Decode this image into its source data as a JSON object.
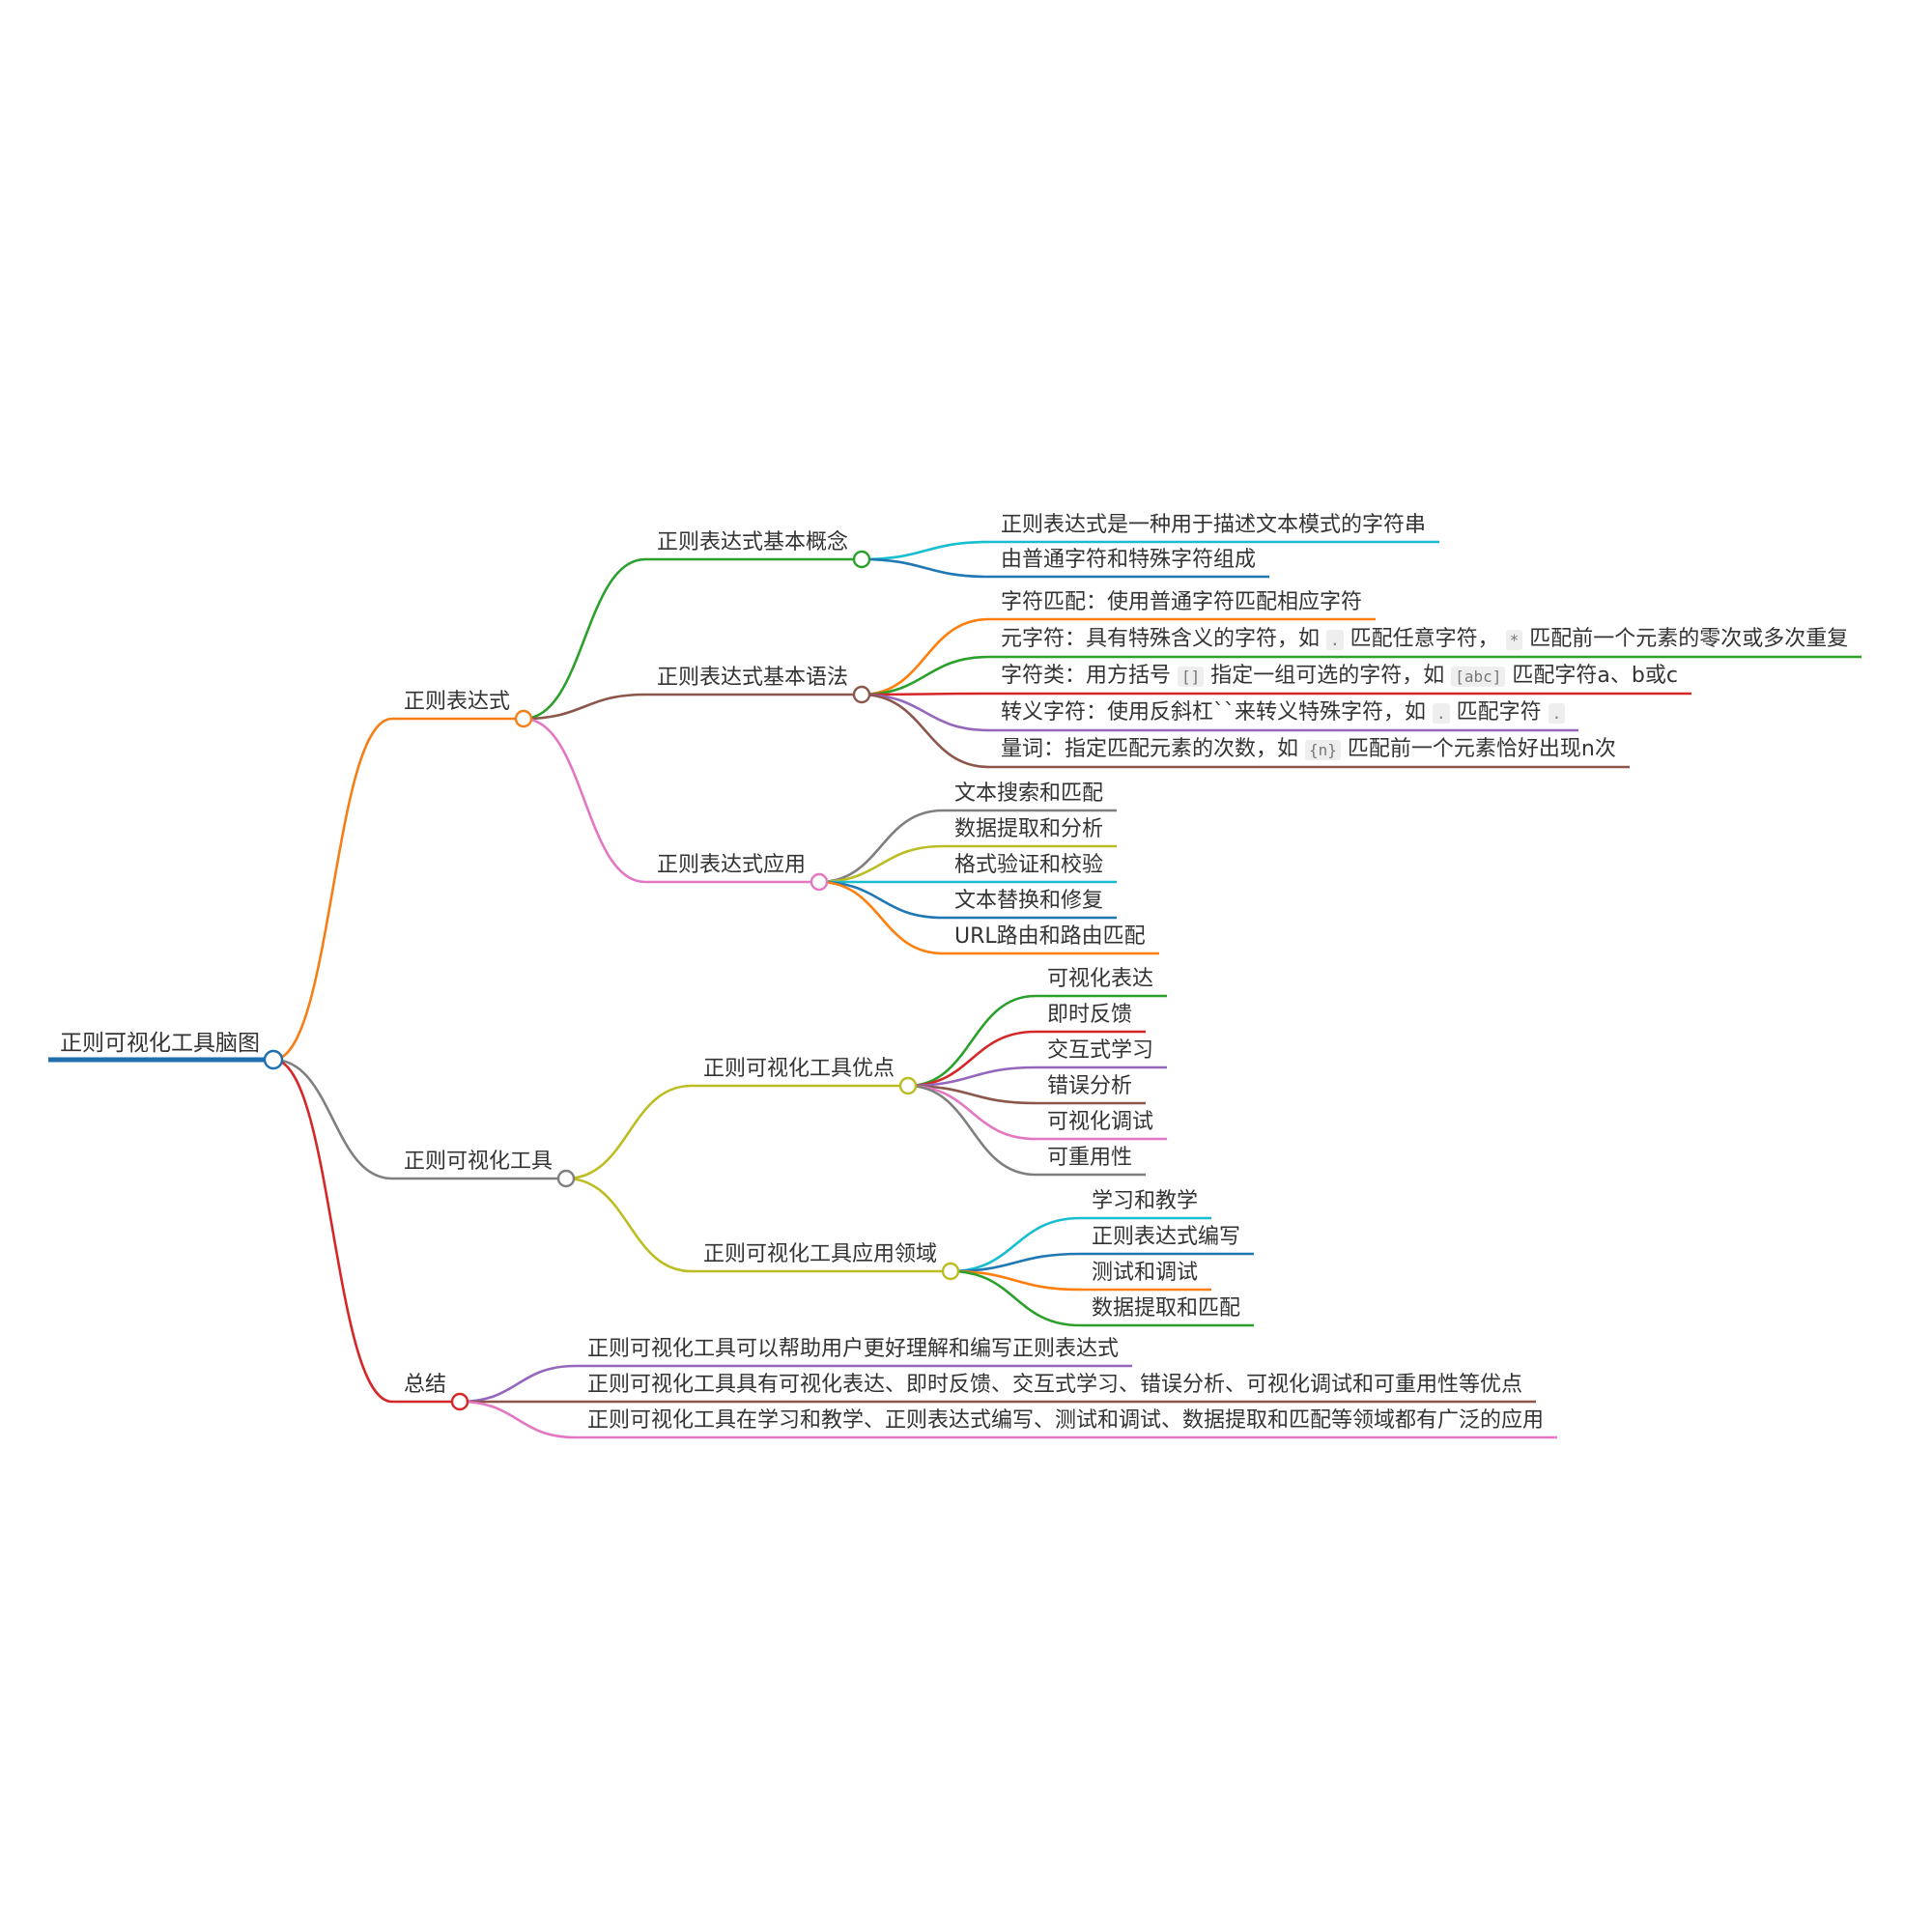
{
  "mindmap": {
    "root": {
      "label": "正则可视化工具脑图",
      "color": "#1f6faf",
      "children": [
        {
          "label": "正则表达式",
          "color": "#f57f17",
          "children": [
            {
              "label": "正则表达式基本概念",
              "color": "#2ca02c",
              "children": [
                {
                  "label": "正则表达式是一种用于描述文本模式的字符串",
                  "color": "#17becf"
                },
                {
                  "label": "由普通字符和特殊字符组成",
                  "color": "#1f77b4"
                }
              ]
            },
            {
              "label": "正则表达式基本语法",
              "color": "#8c564b",
              "children": [
                {
                  "label": "字符匹配：使用普通字符匹配相应字符",
                  "color": "#ff7f0e"
                },
                {
                  "label": "元字符：具有特殊含义的字符，如 . 匹配任意字符， * 匹配前一个元素的零次或多次重复",
                  "color": "#2ca02c"
                },
                {
                  "label": "字符类：用方括号 [] 指定一组可选的字符，如 [abc] 匹配字符a、b或c",
                  "color": "#d62728"
                },
                {
                  "label": "转义字符：使用反斜杠``来转义特殊字符，如 . 匹配字符 .",
                  "color": "#9467bd"
                },
                {
                  "label": "量词：指定匹配元素的次数，如 {n} 匹配前一个元素恰好出现n次",
                  "color": "#8c564b"
                }
              ]
            },
            {
              "label": "正则表达式应用",
              "color": "#e377c2",
              "children": [
                {
                  "label": "文本搜索和匹配",
                  "color": "#7f7f7f"
                },
                {
                  "label": "数据提取和分析",
                  "color": "#bcbd22"
                },
                {
                  "label": "格式验证和校验",
                  "color": "#17becf"
                },
                {
                  "label": "文本替换和修复",
                  "color": "#1f77b4"
                },
                {
                  "label": "URL路由和路由匹配",
                  "color": "#ff7f0e"
                }
              ]
            }
          ]
        },
        {
          "label": "正则可视化工具",
          "color": "#7f7f7f",
          "children": [
            {
              "label": "正则可视化工具优点",
              "color": "#bcbd22",
              "children": [
                {
                  "label": "可视化表达",
                  "color": "#2ca02c"
                },
                {
                  "label": "即时反馈",
                  "color": "#d62728"
                },
                {
                  "label": "交互式学习",
                  "color": "#9467bd"
                },
                {
                  "label": "错误分析",
                  "color": "#8c564b"
                },
                {
                  "label": "可视化调试",
                  "color": "#e377c2"
                },
                {
                  "label": "可重用性",
                  "color": "#7f7f7f"
                }
              ]
            },
            {
              "label": "正则可视化工具应用领域",
              "color": "#bcbd22",
              "children": [
                {
                  "label": "学习和教学",
                  "color": "#17becf"
                },
                {
                  "label": "正则表达式编写",
                  "color": "#1f77b4"
                },
                {
                  "label": "测试和调试",
                  "color": "#ff7f0e"
                },
                {
                  "label": "数据提取和匹配",
                  "color": "#2ca02c"
                }
              ]
            }
          ]
        },
        {
          "label": "总结",
          "color": "#d62728",
          "children": [
            {
              "label": "正则可视化工具可以帮助用户更好理解和编写正则表达式",
              "color": "#9467bd"
            },
            {
              "label": "正则可视化工具具有可视化表达、即时反馈、交互式学习、错误分析、可视化调试和可重用性等优点",
              "color": "#8c564b"
            },
            {
              "label": "正则可视化工具在学习和教学、正则表达式编写、测试和调试、数据提取和匹配等领域都有广泛的应用",
              "color": "#e377c2"
            }
          ]
        }
      ]
    }
  }
}
